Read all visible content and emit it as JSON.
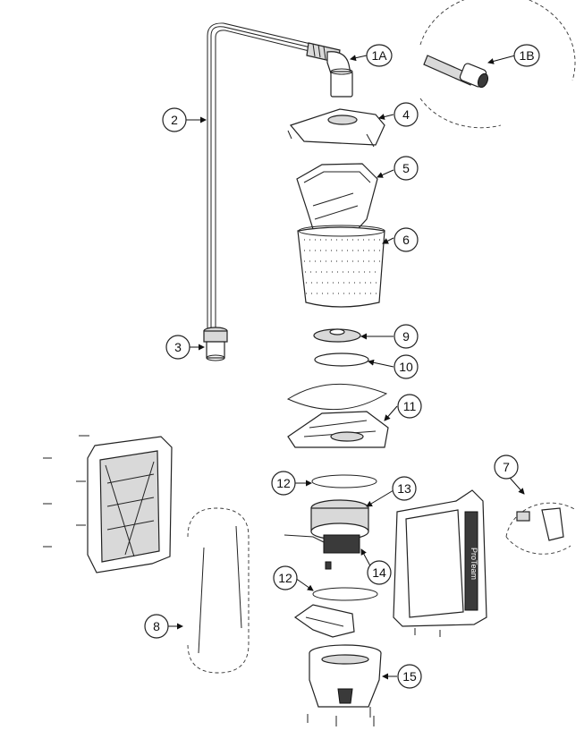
{
  "diagram": {
    "callouts": {
      "c1A": "1A",
      "c1B": "1B",
      "c2": "2",
      "c3": "3",
      "c4": "4",
      "c5": "5",
      "c6": "6",
      "c7": "7",
      "c8": "8",
      "c9": "9",
      "c10": "10",
      "c11": "11",
      "c12a": "12",
      "c12b": "12",
      "c13": "13",
      "c14": "14",
      "c15": "15"
    },
    "brand_mark": "ProTeam"
  }
}
